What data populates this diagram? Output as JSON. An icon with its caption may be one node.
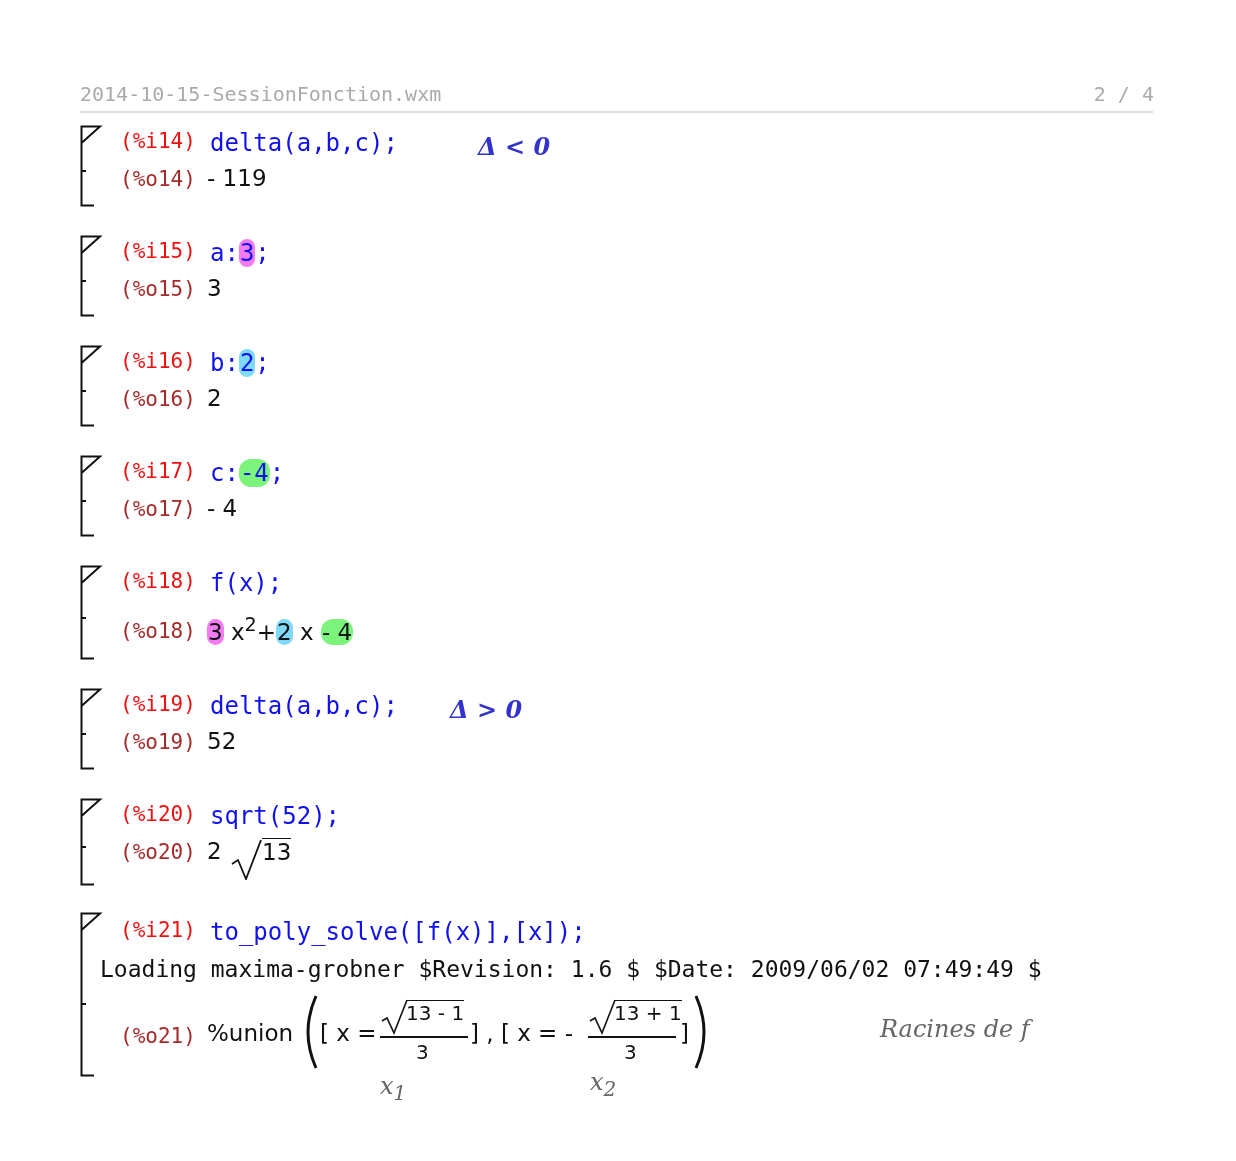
{
  "diagram": {
    "nodes": [
      {
        "text": [
          "(%i14)",
          "delta(a,b,c);",
          "(%o14)",
          "- 119"
        ]
      },
      {
        "text": [
          "(%i15)",
          "a:3;",
          "(%o15)",
          "3"
        ]
      },
      {
        "text": [
          "(%i16)",
          "b:2;",
          "(%o16)",
          "2"
        ]
      },
      {
        "text": [
          "(%i17)",
          "c:-4;",
          "(%o17)",
          "- 4"
        ]
      },
      {
        "text": [
          "(%i18)",
          "f(x);",
          "(%o18)",
          "3 x$^{2}$+2 x - 4"
        ]
      },
      {
        "text": [
          "(%i19)",
          "delta(a,b,c);",
          "(%o19)",
          "52"
        ]
      },
      {
        "text": [
          "(%i20)",
          "sqrt(52);",
          "(%o20)",
          "2",
          "13"
        ]
      },
      {
        "text": [
          "(%i21)",
          "to_poly_solve([f(x)],[x]);",
          "Loading maxima-grobner $Revision: 1.6 $ $Date: 2009/06/02 07:49:49 $",
          "(%o21)",
          "%union",
          "[ x =",
          "13 - 1",
          "3",
          "] , [ x = -",
          "13 + 1",
          "3",
          "]"
        ]
      }
    ],
    "labels": [
      "2014-10-15-SessionFonction.wxm",
      "2 / 4",
      "Δ < 0",
      "Δ > 0",
      "Racines de f",
      "x$_{1}$",
      "x$_{2}$"
    ]
  }
}
